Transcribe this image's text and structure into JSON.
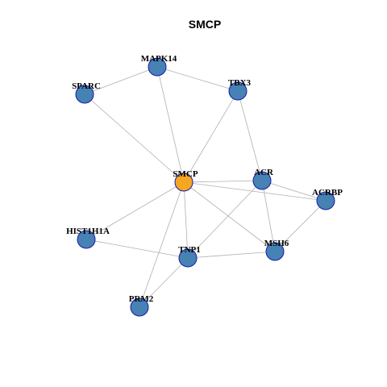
{
  "title": "SMCP",
  "colors": {
    "center_fill": "#F5A623",
    "node_fill": "#4682B4",
    "node_stroke": "#1a1aa6",
    "edge": "#b0b0b0"
  },
  "nodes": [
    {
      "id": "SMCP",
      "label": "SMCP",
      "role": "center"
    },
    {
      "id": "MAPK14",
      "label": "MAPK14",
      "role": "neighbor"
    },
    {
      "id": "SPARC",
      "label": "SPARC",
      "role": "neighbor"
    },
    {
      "id": "TBX3",
      "label": "TBX3",
      "role": "neighbor"
    },
    {
      "id": "ACR",
      "label": "ACR",
      "role": "neighbor"
    },
    {
      "id": "ACRBP",
      "label": "ACRBP",
      "role": "neighbor"
    },
    {
      "id": "HIST1H1A",
      "label": "HIST1H1A",
      "role": "neighbor"
    },
    {
      "id": "TNP1",
      "label": "TNP1",
      "role": "neighbor"
    },
    {
      "id": "MSH6",
      "label": "MSH6",
      "role": "neighbor"
    },
    {
      "id": "PRM2",
      "label": "PRM2",
      "role": "neighbor"
    }
  ],
  "edges": [
    [
      "SPARC",
      "MAPK14"
    ],
    [
      "MAPK14",
      "TBX3"
    ],
    [
      "SPARC",
      "SMCP"
    ],
    [
      "MAPK14",
      "SMCP"
    ],
    [
      "TBX3",
      "SMCP"
    ],
    [
      "TBX3",
      "ACR"
    ],
    [
      "SMCP",
      "ACR"
    ],
    [
      "SMCP",
      "ACRBP"
    ],
    [
      "ACR",
      "ACRBP"
    ],
    [
      "SMCP",
      "HIST1H1A"
    ],
    [
      "SMCP",
      "TNP1"
    ],
    [
      "SMCP",
      "MSH6"
    ],
    [
      "SMCP",
      "PRM2"
    ],
    [
      "ACR",
      "TNP1"
    ],
    [
      "ACR",
      "MSH6"
    ],
    [
      "ACRBP",
      "MSH6"
    ],
    [
      "HIST1H1A",
      "TNP1"
    ],
    [
      "TNP1",
      "MSH6"
    ],
    [
      "TNP1",
      "PRM2"
    ]
  ]
}
